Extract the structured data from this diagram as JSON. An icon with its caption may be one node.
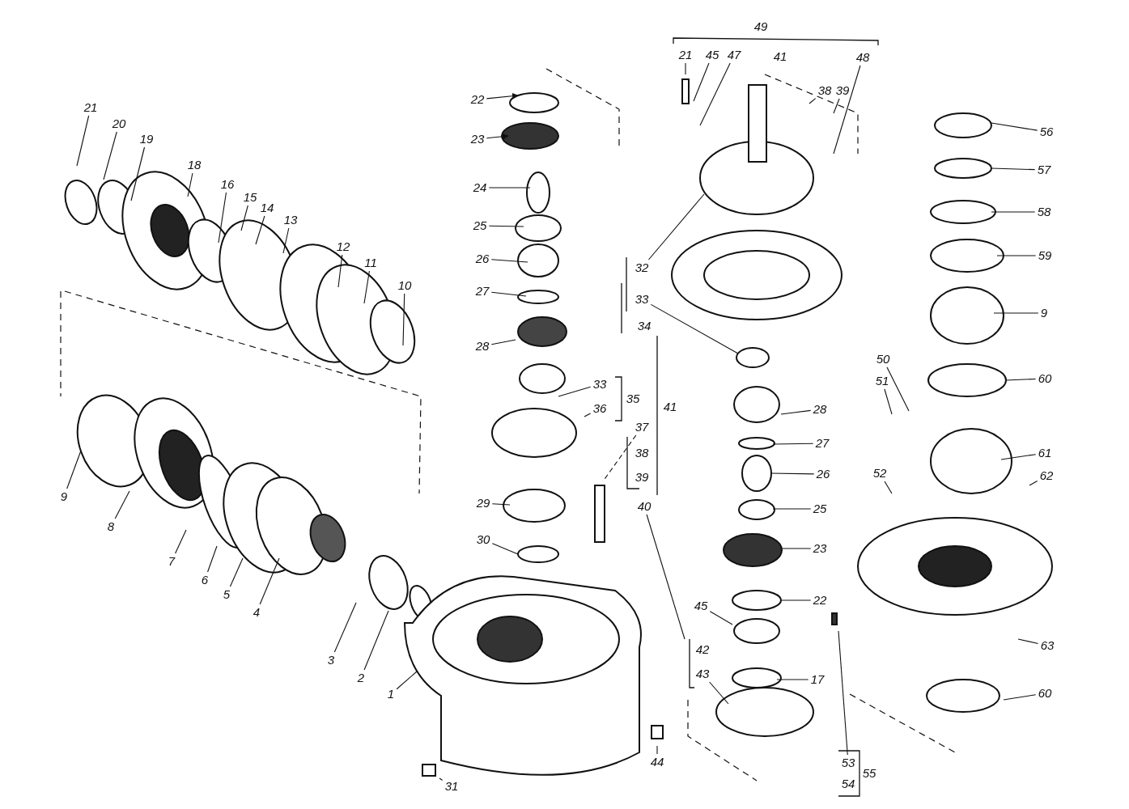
{
  "diagram": {
    "nodes": [
      {
        "text": [
          "21"
        ]
      },
      {
        "text": [
          "20"
        ]
      },
      {
        "text": [
          "19"
        ]
      },
      {
        "text": [
          "18"
        ]
      },
      {
        "text": [
          "16"
        ]
      },
      {
        "text": [
          "15"
        ]
      },
      {
        "text": [
          "14"
        ]
      },
      {
        "text": [
          "13"
        ]
      },
      {
        "text": [
          "12"
        ]
      },
      {
        "text": [
          "11"
        ]
      },
      {
        "text": [
          "10"
        ]
      },
      {
        "text": [
          "9"
        ]
      },
      {
        "text": [
          "8"
        ]
      },
      {
        "text": [
          "7"
        ]
      },
      {
        "text": [
          "6"
        ]
      },
      {
        "text": [
          "5"
        ]
      },
      {
        "text": [
          "4"
        ]
      },
      {
        "text": [
          "3"
        ]
      },
      {
        "text": [
          "2"
        ]
      },
      {
        "text": [
          "1"
        ]
      },
      {
        "text": [
          "31"
        ]
      },
      {
        "text": [
          "44"
        ]
      },
      {
        "text": [
          "22"
        ]
      },
      {
        "text": [
          "23"
        ]
      },
      {
        "text": [
          "24"
        ]
      },
      {
        "text": [
          "25"
        ]
      },
      {
        "text": [
          "26"
        ]
      },
      {
        "text": [
          "27"
        ]
      },
      {
        "text": [
          "28"
        ]
      },
      {
        "text": [
          "33"
        ]
      },
      {
        "text": [
          "36"
        ]
      },
      {
        "text": [
          "29"
        ]
      },
      {
        "text": [
          "30"
        ]
      },
      {
        "text": [
          "37"
        ]
      },
      {
        "text": [
          "32"
        ]
      },
      {
        "text": [
          "33"
        ]
      },
      {
        "text": [
          "40"
        ]
      },
      {
        "text": [
          "21"
        ]
      },
      {
        "text": [
          "45"
        ]
      },
      {
        "text": [
          "47"
        ]
      },
      {
        "text": [
          "38"
        ]
      },
      {
        "text": [
          "39"
        ]
      },
      {
        "text": [
          "48"
        ]
      },
      {
        "text": [
          "28"
        ]
      },
      {
        "text": [
          "27"
        ]
      },
      {
        "text": [
          "26"
        ]
      },
      {
        "text": [
          "25"
        ]
      },
      {
        "text": [
          "23"
        ]
      },
      {
        "text": [
          "22"
        ]
      },
      {
        "text": [
          "45"
        ]
      },
      {
        "text": [
          "17"
        ]
      },
      {
        "text": [
          "43"
        ]
      },
      {
        "text": [
          "56"
        ]
      },
      {
        "text": [
          "57"
        ]
      },
      {
        "text": [
          "58"
        ]
      },
      {
        "text": [
          "59"
        ]
      },
      {
        "text": [
          "9"
        ]
      },
      {
        "text": [
          "60"
        ]
      },
      {
        "text": [
          "50"
        ]
      },
      {
        "text": [
          "51"
        ]
      },
      {
        "text": [
          "61"
        ]
      },
      {
        "text": [
          "52"
        ]
      },
      {
        "text": [
          "62"
        ]
      },
      {
        "text": [
          "63"
        ]
      },
      {
        "text": [
          "60"
        ]
      },
      {
        "text": [
          "53"
        ]
      }
    ],
    "edges": [
      {
        "from": 0,
        "to": null,
        "arrow": "none"
      },
      {
        "from": 1,
        "to": null,
        "arrow": "none"
      },
      {
        "from": 2,
        "to": null,
        "arrow": "none"
      },
      {
        "from": 3,
        "to": null,
        "arrow": "none"
      },
      {
        "from": 4,
        "to": null,
        "arrow": "none"
      },
      {
        "from": 5,
        "to": null,
        "arrow": "none"
      },
      {
        "from": 6,
        "to": null,
        "arrow": "none"
      },
      {
        "from": 7,
        "to": null,
        "arrow": "none"
      },
      {
        "from": 8,
        "to": null,
        "arrow": "none"
      },
      {
        "from": 9,
        "to": null,
        "arrow": "none"
      },
      {
        "from": 10,
        "to": null,
        "arrow": "none"
      },
      {
        "from": 11,
        "to": null,
        "arrow": "none"
      },
      {
        "from": 12,
        "to": null,
        "arrow": "none"
      },
      {
        "from": 13,
        "to": null,
        "arrow": "none"
      },
      {
        "from": 14,
        "to": null,
        "arrow": "none"
      },
      {
        "from": 15,
        "to": null,
        "arrow": "none"
      },
      {
        "from": 16,
        "to": null,
        "arrow": "none"
      },
      {
        "from": 17,
        "to": null,
        "arrow": "none"
      },
      {
        "from": 18,
        "to": null,
        "arrow": "none"
      },
      {
        "from": 19,
        "to": null,
        "arrow": "none"
      },
      {
        "from": 20,
        "to": null,
        "arrow": "none"
      },
      {
        "from": 21,
        "to": null,
        "arrow": "none"
      },
      {
        "from": 22,
        "to": null,
        "arrow": "to"
      },
      {
        "from": 23,
        "to": null,
        "arrow": "to"
      },
      {
        "from": 24,
        "to": null,
        "arrow": "none"
      },
      {
        "from": 25,
        "to": null,
        "arrow": "none"
      },
      {
        "from": 26,
        "to": null,
        "arrow": "none"
      },
      {
        "from": 27,
        "to": null,
        "arrow": "none"
      },
      {
        "from": 28,
        "to": null,
        "arrow": "none"
      },
      {
        "from": 29,
        "to": null,
        "arrow": "none"
      },
      {
        "from": 30,
        "to": null,
        "arrow": "none"
      },
      {
        "from": 31,
        "to": null,
        "arrow": "none"
      },
      {
        "from": 32,
        "to": null,
        "arrow": "none"
      },
      {
        "from": 33,
        "to": null,
        "arrow": "none",
        "style": "dashed"
      },
      {
        "from": 34,
        "to": null,
        "arrow": "none"
      },
      {
        "from": 35,
        "to": null,
        "arrow": "none"
      },
      {
        "from": 36,
        "to": null,
        "arrow": "none"
      },
      {
        "from": 37,
        "to": null,
        "arrow": "none"
      },
      {
        "from": 38,
        "to": null,
        "arrow": "none"
      },
      {
        "from": 39,
        "to": null,
        "arrow": "none"
      },
      {
        "from": 40,
        "to": null,
        "arrow": "none"
      },
      {
        "from": 41,
        "to": null,
        "arrow": "none"
      },
      {
        "from": 42,
        "to": null,
        "arrow": "none"
      },
      {
        "from": 43,
        "to": null,
        "arrow": "none"
      },
      {
        "from": 44,
        "to": null,
        "arrow": "none"
      },
      {
        "from": 45,
        "to": null,
        "arrow": "none"
      },
      {
        "from": 46,
        "to": null,
        "arrow": "none"
      },
      {
        "from": 47,
        "to": null,
        "arrow": "none"
      },
      {
        "from": 48,
        "to": null,
        "arrow": "none"
      },
      {
        "from": 49,
        "to": null,
        "arrow": "none"
      },
      {
        "from": 50,
        "to": null,
        "arrow": "none"
      },
      {
        "from": 51,
        "to": null,
        "arrow": "none"
      },
      {
        "from": 52,
        "to": null,
        "arrow": "none"
      },
      {
        "from": 53,
        "to": null,
        "arrow": "none"
      },
      {
        "from": 54,
        "to": null,
        "arrow": "none"
      },
      {
        "from": 55,
        "to": null,
        "arrow": "none"
      },
      {
        "from": 56,
        "to": null,
        "arrow": "none"
      },
      {
        "from": 57,
        "to": null,
        "arrow": "none"
      },
      {
        "from": 58,
        "to": null,
        "arrow": "none"
      },
      {
        "from": 59,
        "to": null,
        "arrow": "none"
      },
      {
        "from": 60,
        "to": null,
        "arrow": "none"
      },
      {
        "from": 61,
        "to": null,
        "arrow": "none"
      },
      {
        "from": 62,
        "to": null,
        "arrow": "none"
      },
      {
        "from": 63,
        "to": null,
        "arrow": "none"
      },
      {
        "from": 64,
        "to": null,
        "arrow": "none"
      },
      {
        "from": 65,
        "to": null,
        "arrow": "none"
      }
    ],
    "labels": [
      "49",
      "41",
      "34",
      "35",
      "41",
      "38",
      "39",
      "42",
      "55",
      "54"
    ]
  }
}
